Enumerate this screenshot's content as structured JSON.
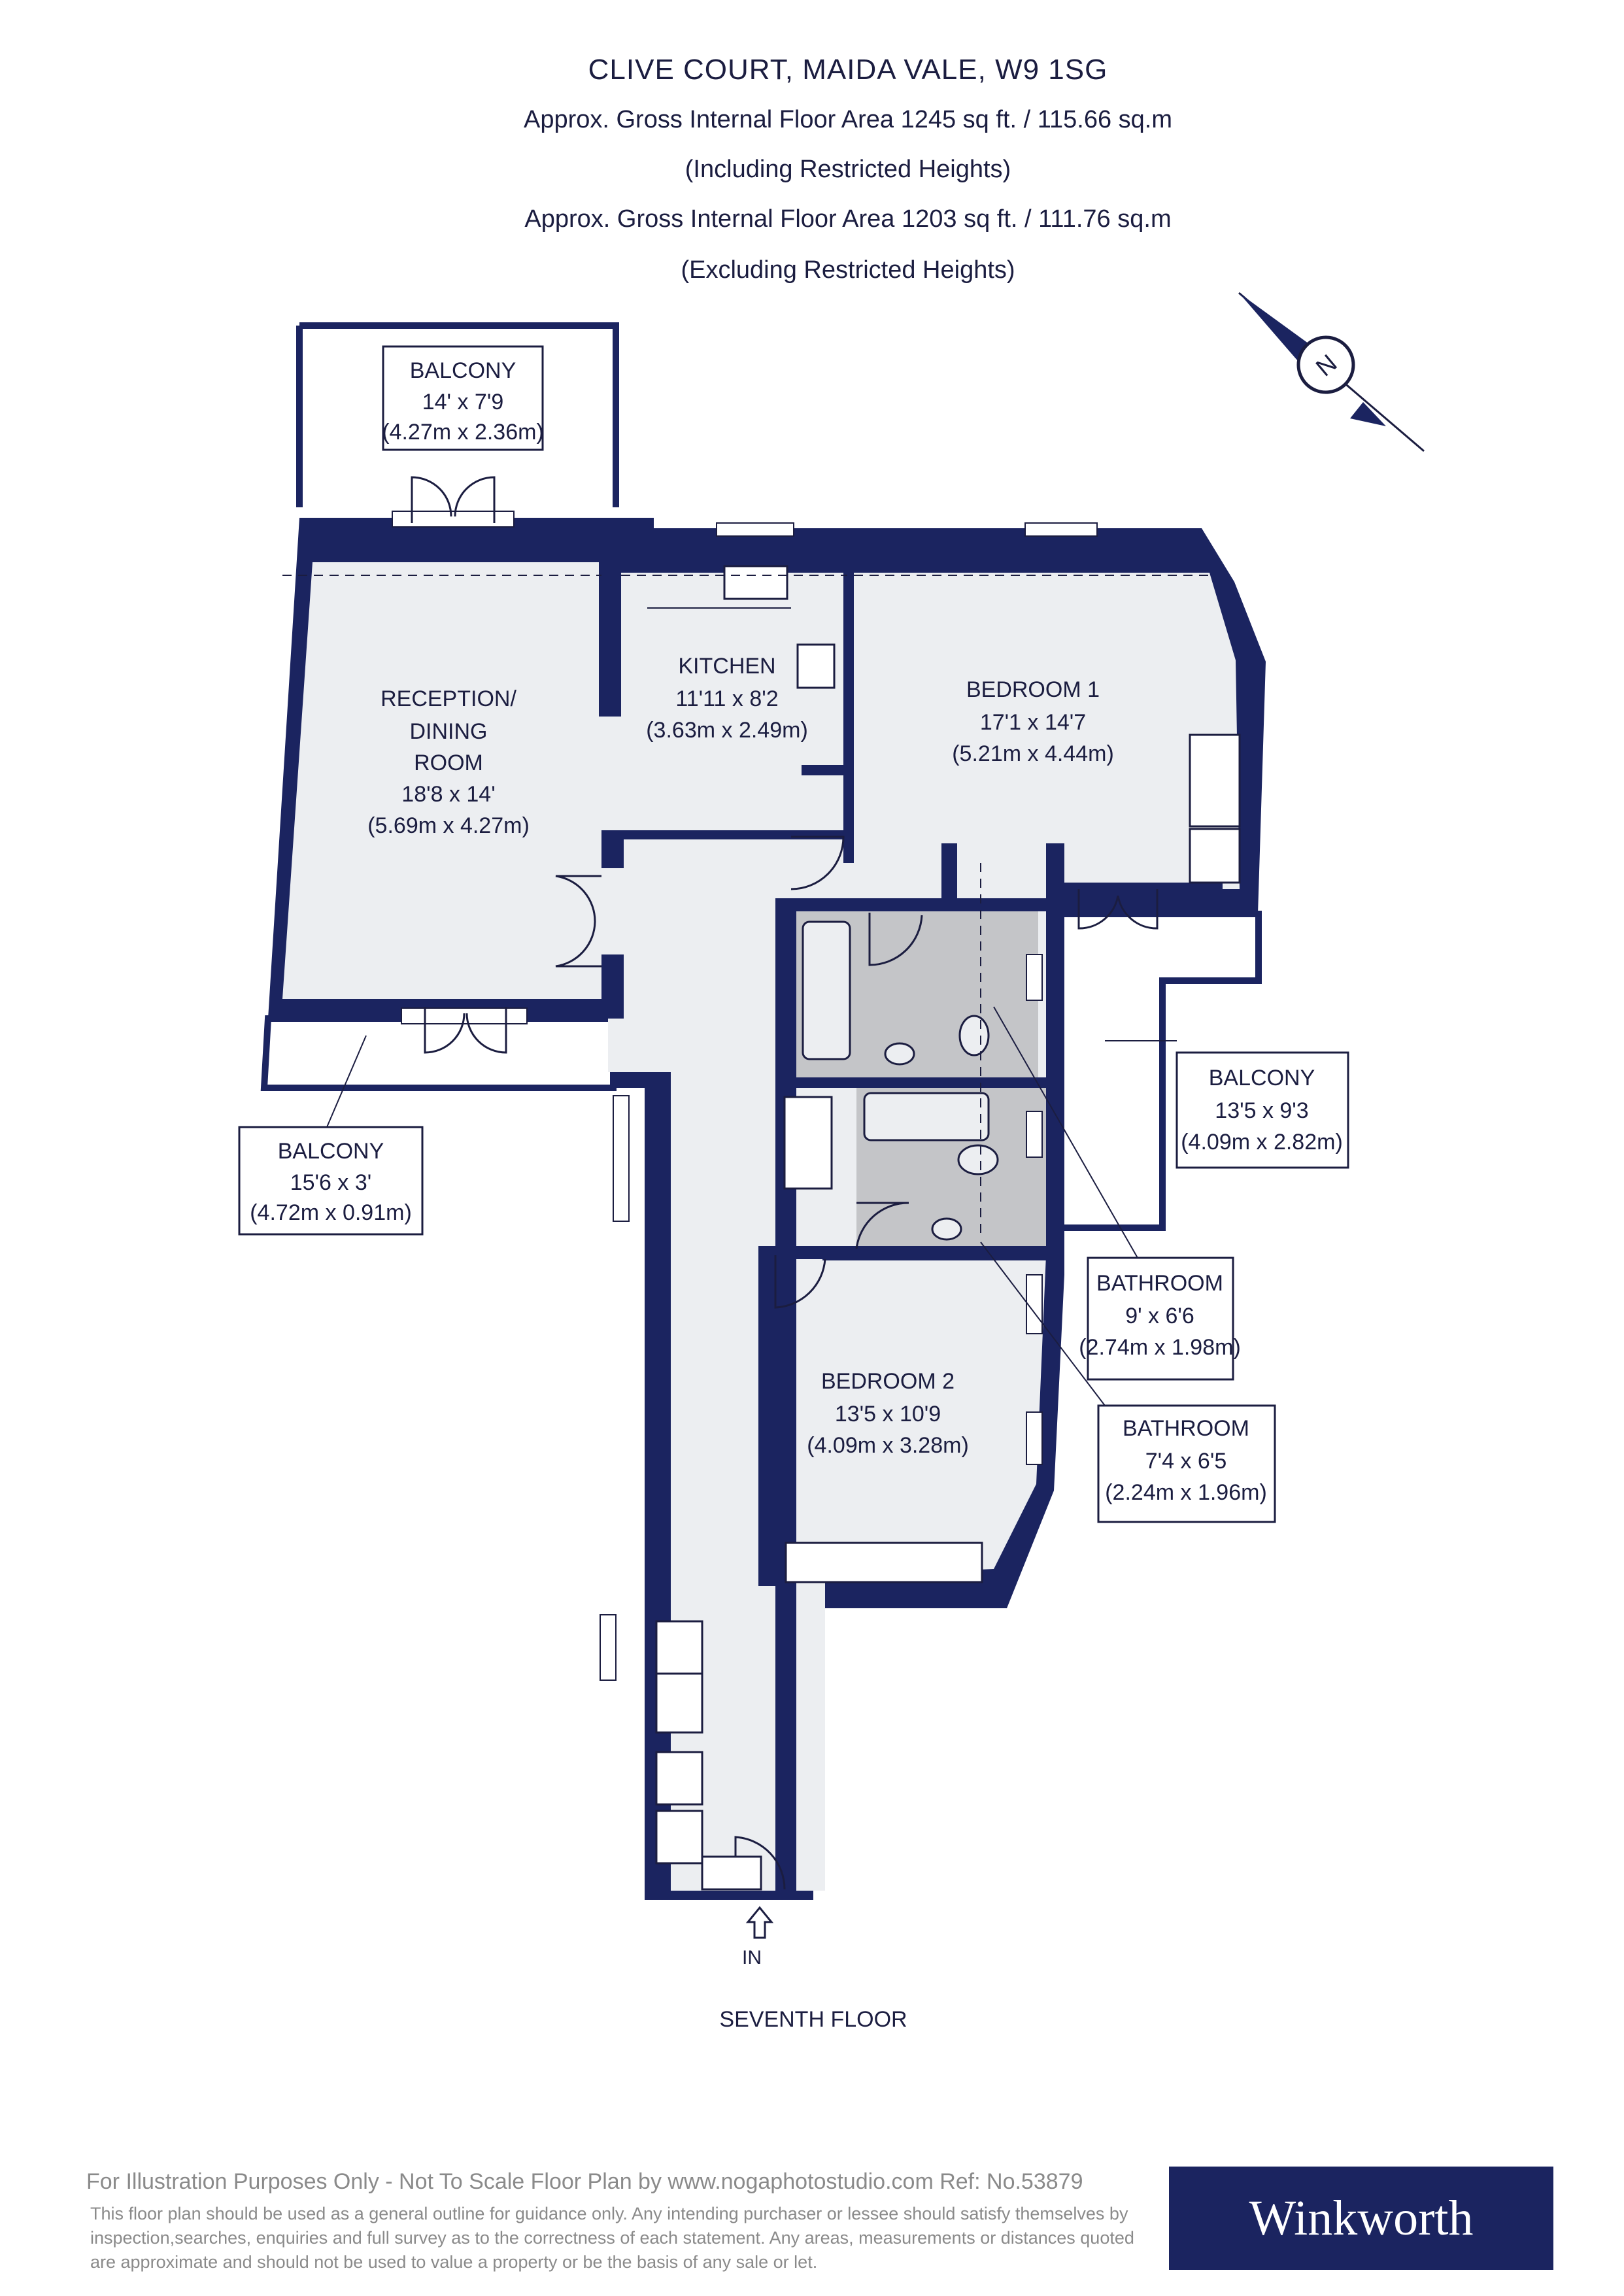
{
  "header": {
    "title": "CLIVE COURT, MAIDA VALE, W9 1SG",
    "area_incl": "Approx. Gross Internal Floor Area 1245 sq ft. / 115.66 sq.m",
    "incl_note": "(Including Restricted Heights)",
    "area_excl": "Approx. Gross Internal Floor Area 1203 sq ft. / 111.76 sq.m",
    "excl_note": "(Excluding Restricted Heights)"
  },
  "compass": {
    "letter": "N",
    "icon": "compass-north-arrow"
  },
  "rooms": {
    "balcony_top": {
      "name": "BALCONY",
      "dim_imperial": "14' x 7'9",
      "dim_metric": "(4.27m x 2.36m)"
    },
    "reception": {
      "name_line1": "RECEPTION/",
      "name_line2": "DINING",
      "name_line3": "ROOM",
      "dim_imperial": "18'8 x 14'",
      "dim_metric": "(5.69m x 4.27m)"
    },
    "kitchen": {
      "name": "KITCHEN",
      "dim_imperial": "11'11 x 8'2",
      "dim_metric": "(3.63m x 2.49m)"
    },
    "bedroom1": {
      "name": "BEDROOM 1",
      "dim_imperial": "17'1 x 14'7",
      "dim_metric": "(5.21m x 4.44m)"
    },
    "balcony_right": {
      "name": "BALCONY",
      "dim_imperial": "13'5 x 9'3",
      "dim_metric": "(4.09m x 2.82m)"
    },
    "balcony_left": {
      "name": "BALCONY",
      "dim_imperial": "15'6 x 3'",
      "dim_metric": "(4.72m x 0.91m)"
    },
    "bathroom1": {
      "name": "BATHROOM",
      "dim_imperial": "9' x 6'6",
      "dim_metric": "(2.74m x 1.98m)"
    },
    "bathroom2": {
      "name": "BATHROOM",
      "dim_imperial": "7'4 x 6'5",
      "dim_metric": "(2.24m x 1.96m)"
    },
    "bedroom2": {
      "name": "BEDROOM 2",
      "dim_imperial": "13'5 x 10'9",
      "dim_metric": "(4.09m x 3.28m)"
    }
  },
  "entrance_label": "IN",
  "floor_label": "SEVENTH FLOOR",
  "footer": {
    "line1": "For Illustration Purposes Only - Not To Scale   Floor Plan by www.nogaphotostudio.com   Ref: No.53879",
    "disclaimer": "This floor plan should be used as a general outline for guidance only. Any intending purchaser or lessee should satisfy themselves by inspection,searches, enquiries and full survey as to the correctness of each statement. Any areas, measurements or distances quoted are approximate and should not be used to value a property or be the basis of any sale or let."
  },
  "brand": {
    "name": "Winkworth"
  },
  "colors": {
    "wall": "#1b2460",
    "floor": "#eceef1",
    "bathroom": "#c4c5c8",
    "ink": "#1b1d40",
    "footer_text": "#8a8a8a"
  }
}
